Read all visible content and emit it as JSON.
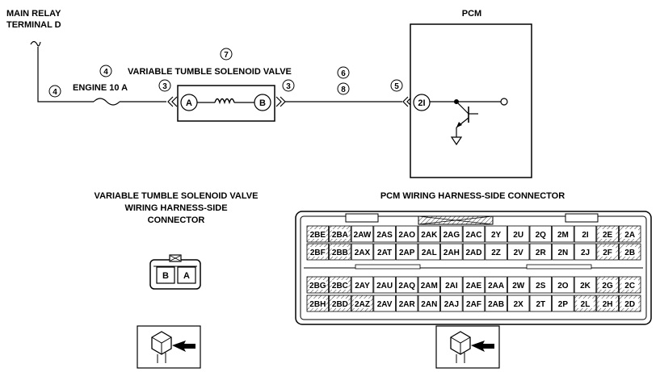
{
  "labels": {
    "main_relay_line1": "MAIN RELAY",
    "main_relay_line2": "TERMINAL D",
    "engine_fuse": "ENGINE 10 A",
    "solenoid_title": "VARIABLE TUMBLE SOLENOID VALVE",
    "pcm": "PCM",
    "solenoid_pin_a": "A",
    "solenoid_pin_b": "B",
    "pcm_pin": "2I",
    "left_conn_title_line1": "VARIABLE TUMBLE SOLENOID VALVE",
    "left_conn_title_line2": "WIRING HARNESS-SIDE",
    "left_conn_title_line3": "CONNECTOR",
    "right_conn_title": "PCM WIRING HARNESS-SIDE CONNECTOR"
  },
  "circled_numbers": {
    "n4_top": "4",
    "n4_left": "4",
    "n3_left": "3",
    "n7": "7",
    "n3_right": "3",
    "n6": "6",
    "n8": "8",
    "n5": "5"
  },
  "solenoid_connector_pins": [
    "B",
    "A"
  ],
  "pcm_connector": {
    "row1": [
      "2BE",
      "2BA",
      "2AW",
      "2AS",
      "2AO",
      "2AK",
      "2AG",
      "2AC",
      "2Y",
      "2U",
      "2Q",
      "2M",
      "2I",
      "2E",
      "2A"
    ],
    "row2": [
      "2BF",
      "2BB",
      "2AX",
      "2AT",
      "2AP",
      "2AL",
      "2AH",
      "2AD",
      "2Z",
      "2V",
      "2R",
      "2N",
      "2J",
      "2F",
      "2B"
    ],
    "row3": [
      "2BG",
      "2BC",
      "2AY",
      "2AU",
      "2AQ",
      "2AM",
      "2AI",
      "2AE",
      "2AA",
      "2W",
      "2S",
      "2O",
      "2K",
      "2G",
      "2C"
    ],
    "row4": [
      "2BH",
      "2BD",
      "2AZ",
      "2AV",
      "2AR",
      "2AN",
      "2AJ",
      "2AF",
      "2AB",
      "2X",
      "2T",
      "2P",
      "2L",
      "2H",
      "2D"
    ]
  }
}
